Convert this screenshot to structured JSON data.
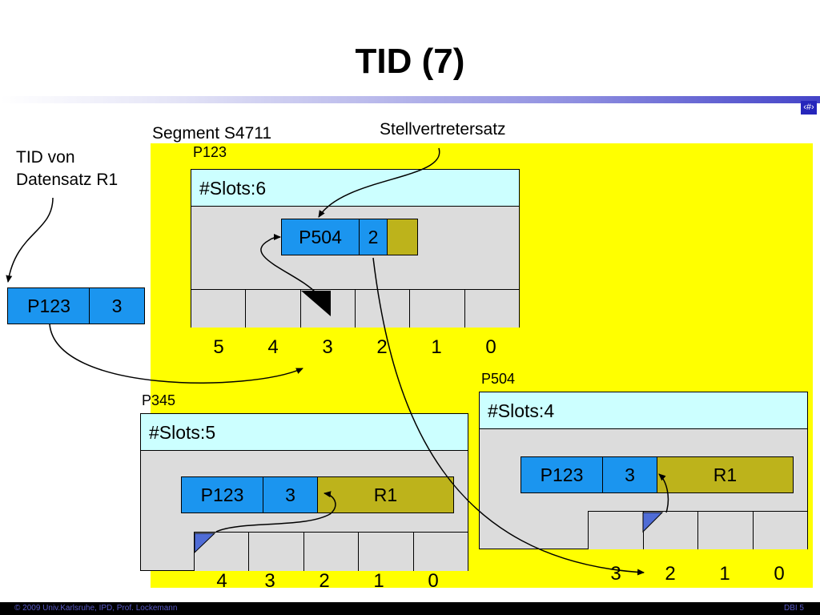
{
  "title": "TID (7)",
  "slide_marker": "‹#›",
  "labels": {
    "segment": "Segment S4711",
    "stellvertreter": "Stellvertretersatz",
    "tid_line1": "TID von",
    "tid_line2": "Datensatz R1"
  },
  "tid": {
    "page": "P123",
    "slot": "3"
  },
  "page_p123": {
    "name": "P123",
    "header": "#Slots:6",
    "record_page": "P504",
    "record_slot": "2",
    "slot_numbers": [
      "5",
      "4",
      "3",
      "2",
      "1",
      "0"
    ]
  },
  "page_p504": {
    "name": "P504",
    "header": "#Slots:4",
    "record_page": "P123",
    "record_slot": "3",
    "record_data": "R1",
    "slot_numbers": [
      "3",
      "2",
      "1",
      "0"
    ]
  },
  "page_p345": {
    "name": "P345",
    "header": "#Slots:5",
    "record_page": "P123",
    "record_slot": "3",
    "record_data": "R1",
    "slot_numbers": [
      "4",
      "3",
      "2",
      "1",
      "0"
    ]
  },
  "footer": {
    "left": "© 2009 Univ.Karlsruhe, IPD, Prof. Lockemann",
    "right": "DBI 5"
  },
  "colors": {
    "segment_bg": "#ffff00",
    "header_bg": "#ccffff",
    "page_bg": "#dcdcdc",
    "tid_blue": "#1b95ef",
    "record_olive": "#bdb31b",
    "slot_marker": "#4f6cd6"
  }
}
